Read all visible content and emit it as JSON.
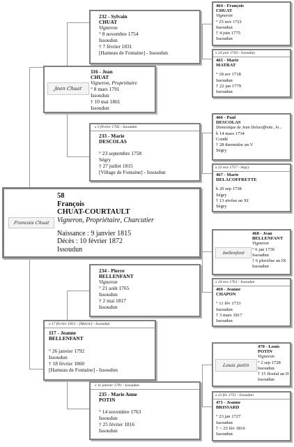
{
  "root": {
    "num": "58",
    "first": "François",
    "surname": "CHUAT-COURTAULT",
    "profession": "Vigneron, Propriétaire, Charcutier",
    "birth": "Naissance : 9 janvier 1815",
    "death": "Décès : 10 février 1872",
    "place": "Issoudun",
    "signature": "Francois Chuat"
  },
  "p116": {
    "num_first": "116 - Jean",
    "surname": "CHUAT",
    "profession": "Vigneron, Propriétaire",
    "lines": [
      "° 8 mars 1791",
      "Issoudun",
      "† 10 mai 1861",
      "Issoudun"
    ],
    "signature": "Jean Chuat"
  },
  "m116": {
    "marriage": "x 17 février 1813 - [Mairie] - Issoudun",
    "num_first": "117 - Jeanne",
    "surname": "BELLENFANT",
    "lines": [
      "° 26 janvier 1792",
      "Issoudun",
      "† 18 février 1860",
      "[Hameau de Fontaine] - Issoudun"
    ]
  },
  "p232": {
    "num_first": "232 - Sylvain",
    "surname": "CHUAT",
    "profession": "Vigneron",
    "lines": [
      "° 8 novembre 1754",
      "Issoudun",
      "† 7 février 1831",
      "[Hameau de Fontaine] - Issoudun"
    ]
  },
  "m232": {
    "marriage": "x 5 février 1782 - Issoudun",
    "num_first": "233 - Marie",
    "surname": "DESCOLAS",
    "lines": [
      "° 23 septembre 1758",
      "Ségry",
      "† 27 juillet 1815",
      "[Village de Fontaine] - Issoudun"
    ]
  },
  "p234": {
    "num_first": "234 - Pierre",
    "surname": "BELLENFANT",
    "profession": "Vigneron",
    "lines": [
      "° 21 août 1765",
      "Issoudun",
      "† 2 mai 1817",
      "Issoudun"
    ]
  },
  "m234": {
    "marriage": "x 11 janvier 1791 - Issoudun",
    "num_first": "235 - Marie Anne",
    "surname": "POTIN",
    "lines": [
      "° 14 novembre 1763",
      "Issoudun",
      "† 25 février 1816",
      "Issoudun"
    ]
  },
  "p464": {
    "num_first": "464 - François",
    "surname": "CHUAT",
    "profession": "Vigneron",
    "lines": [
      "° 25 nov 1721",
      "Issoudun",
      "† 4 juin 1775",
      "Issoudun"
    ]
  },
  "m464": {
    "marriage": "x 24 juin 1743 - Issoudun",
    "num_first": "465 - Marie",
    "surname": "MATRAT",
    "lines": [
      "° 18 avr 1718",
      "Issoudun",
      "† 22 jan 1779",
      "Issoudun"
    ]
  },
  "p466": {
    "num_first": "466 - Paul",
    "surname": "DESCOLAS",
    "profession": "Domestique de Jean Delacoffrette, Jo...",
    "lines": [
      "b 14 mars 1734",
      "Condé",
      "† 28 thermidor an V",
      "Ségry"
    ]
  },
  "m466": {
    "marriage": "x 22 nov 1757 - Ségry",
    "num_first": "467 - Marie",
    "surname": "DELACOFFRETTE",
    "lines": [
      "b 20 sep 1738",
      "Ségry",
      "† 13 nivôse an XI",
      "Ségry"
    ]
  },
  "p468": {
    "num_first": "468 - Jean",
    "surname": "BELLENFANT",
    "profession": "Vigneron",
    "lines": [
      "° 6 jan 1736",
      "Issoudun",
      "† 6 pluviôse an IX",
      "Issoudun"
    ],
    "signature": "bellenfant"
  },
  "m468": {
    "marriage": "x 24 nov 1761 - Issoudun",
    "num_first": "469 - Jeanne",
    "surname": "CHAPON",
    "lines": [
      "° 11 fév 1733",
      "Issoudun",
      "† 3 mars 1817",
      "Issoudun"
    ]
  },
  "p470": {
    "num_first": "470 - Louis",
    "surname": "POTIN",
    "profession": "Vigneron",
    "lines": [
      "° 2 sep 1728",
      "Issoudun",
      "† 15 floréal an II",
      "Issoudun"
    ],
    "signature": "Louis potin"
  },
  "m470": {
    "marriage": "x 22 fév 1751 - Issoudun",
    "num_first": "471 - Jeanne",
    "surname": "BRISSARD",
    "lines": [
      "° 23 jan 1727",
      "Issoudun",
      "† < 25 fév 1816",
      "Issoudun"
    ]
  }
}
